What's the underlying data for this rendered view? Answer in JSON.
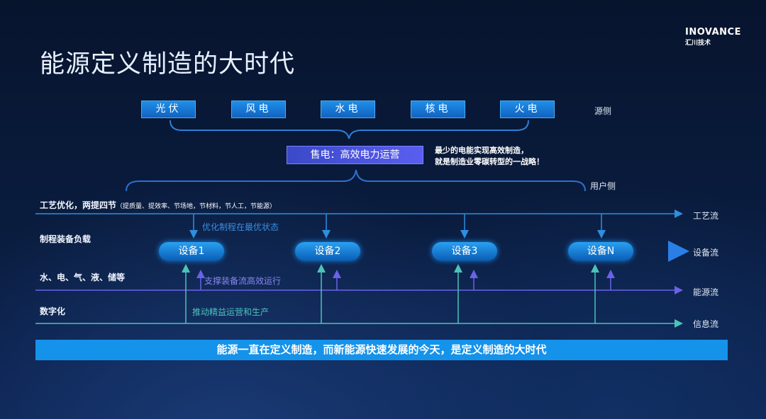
{
  "title": "能源定义制造的大时代",
  "logo": {
    "brand": "INOVANCE",
    "sub": "汇川技术"
  },
  "sources": [
    "光伏",
    "风电",
    "水电",
    "核电",
    "火电"
  ],
  "source_side": "源侧",
  "sale_box": "售电：高效电力运营",
  "strategy": [
    "最少的电能实现高效制造，",
    "就是制造业零碳转型的一战略！"
  ],
  "user_side": "用户侧",
  "rows": {
    "process": {
      "label": "工艺优化，两提四节",
      "detail": "（提质量、提效率、节场地，节材料，节人工，节能源）",
      "flow": "工艺流",
      "note": "优化制程在最优状态"
    },
    "equipment": {
      "label": "制程装备负载",
      "flow": "设备流",
      "devices": [
        "设备1",
        "设备2",
        "设备3",
        "设备N"
      ]
    },
    "energy": {
      "label": "水、电、气、液、储等",
      "flow": "能源流",
      "note": "支撑装备流高效运行"
    },
    "info": {
      "label": "数字化",
      "flow": "信息流",
      "note": "推动精益运营和生产"
    }
  },
  "banner": "能源一直在定义制造，而新能源快速发展的今天，是定义制造的大时代"
}
